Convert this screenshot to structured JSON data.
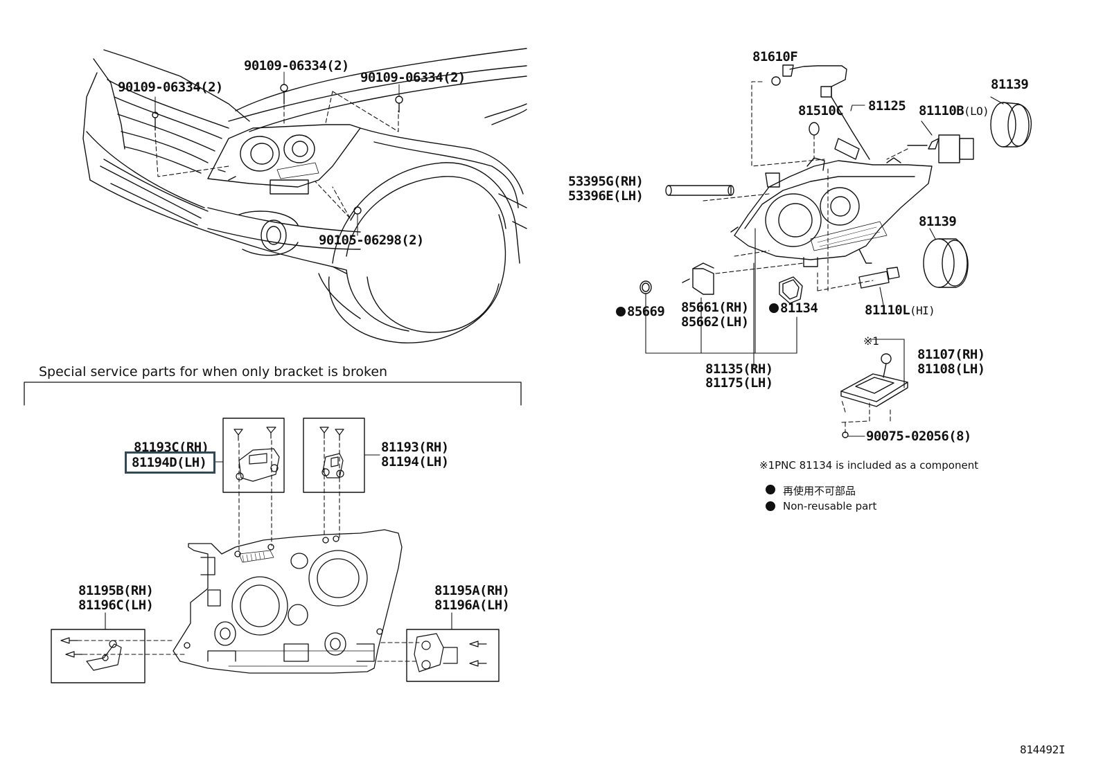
{
  "labels": {
    "bolt_upper_left": "90109-06334(2)",
    "bolt_upper_center": "90109-06334(2)",
    "bolt_upper_right": "90109-06334(2)",
    "bolt_lower": "90105-06298(2)",
    "lamp_81610": "81610F",
    "lamp_81510": "81510C",
    "cord_81125": "81125",
    "bulb_lo": "81110B",
    "bulb_lo_suffix": "(LO)",
    "cap_top": "81139",
    "cap_mid": "81139",
    "hose_rh": "53395G(RH)",
    "hose_lh": "53396E(LH)",
    "actuator_rh": "85661(RH)",
    "actuator_lh": "85662(LH)",
    "gasket_85669": "85669",
    "gasket_81134": "81134",
    "bulb_hi": "81110L",
    "bulb_hi_suffix": "(HI)",
    "unit_rh": "81135(RH)",
    "unit_lh": "81175(LH)",
    "ballast_mark": "※1",
    "ballast_rh": "81107(RH)",
    "ballast_lh": "81108(LH)",
    "screw_ballast": "90075-02056(8)",
    "bracket_c_rh": "81193C(RH)",
    "bracket_d_lh": "81194D(LH)",
    "bracket_rh": "81193(RH)",
    "bracket_lh": "81194(LH)",
    "bracket_b_rh": "81195B(RH)",
    "bracket_c_lh": "81196C(LH)",
    "bracket_a_rh": "81195A(RH)",
    "bracket_a_lh": "81196A(LH)",
    "figure_id": "814492I"
  },
  "notes": {
    "component_note": "※1PNC 81134 is included as a component",
    "legend_jp": "再使用不可部品",
    "legend_en": "Non-reusable part",
    "special_caption": "Special service parts for when only bracket is broken"
  },
  "colors": {
    "line": "#111111",
    "highlight": "#2e4a5a"
  }
}
